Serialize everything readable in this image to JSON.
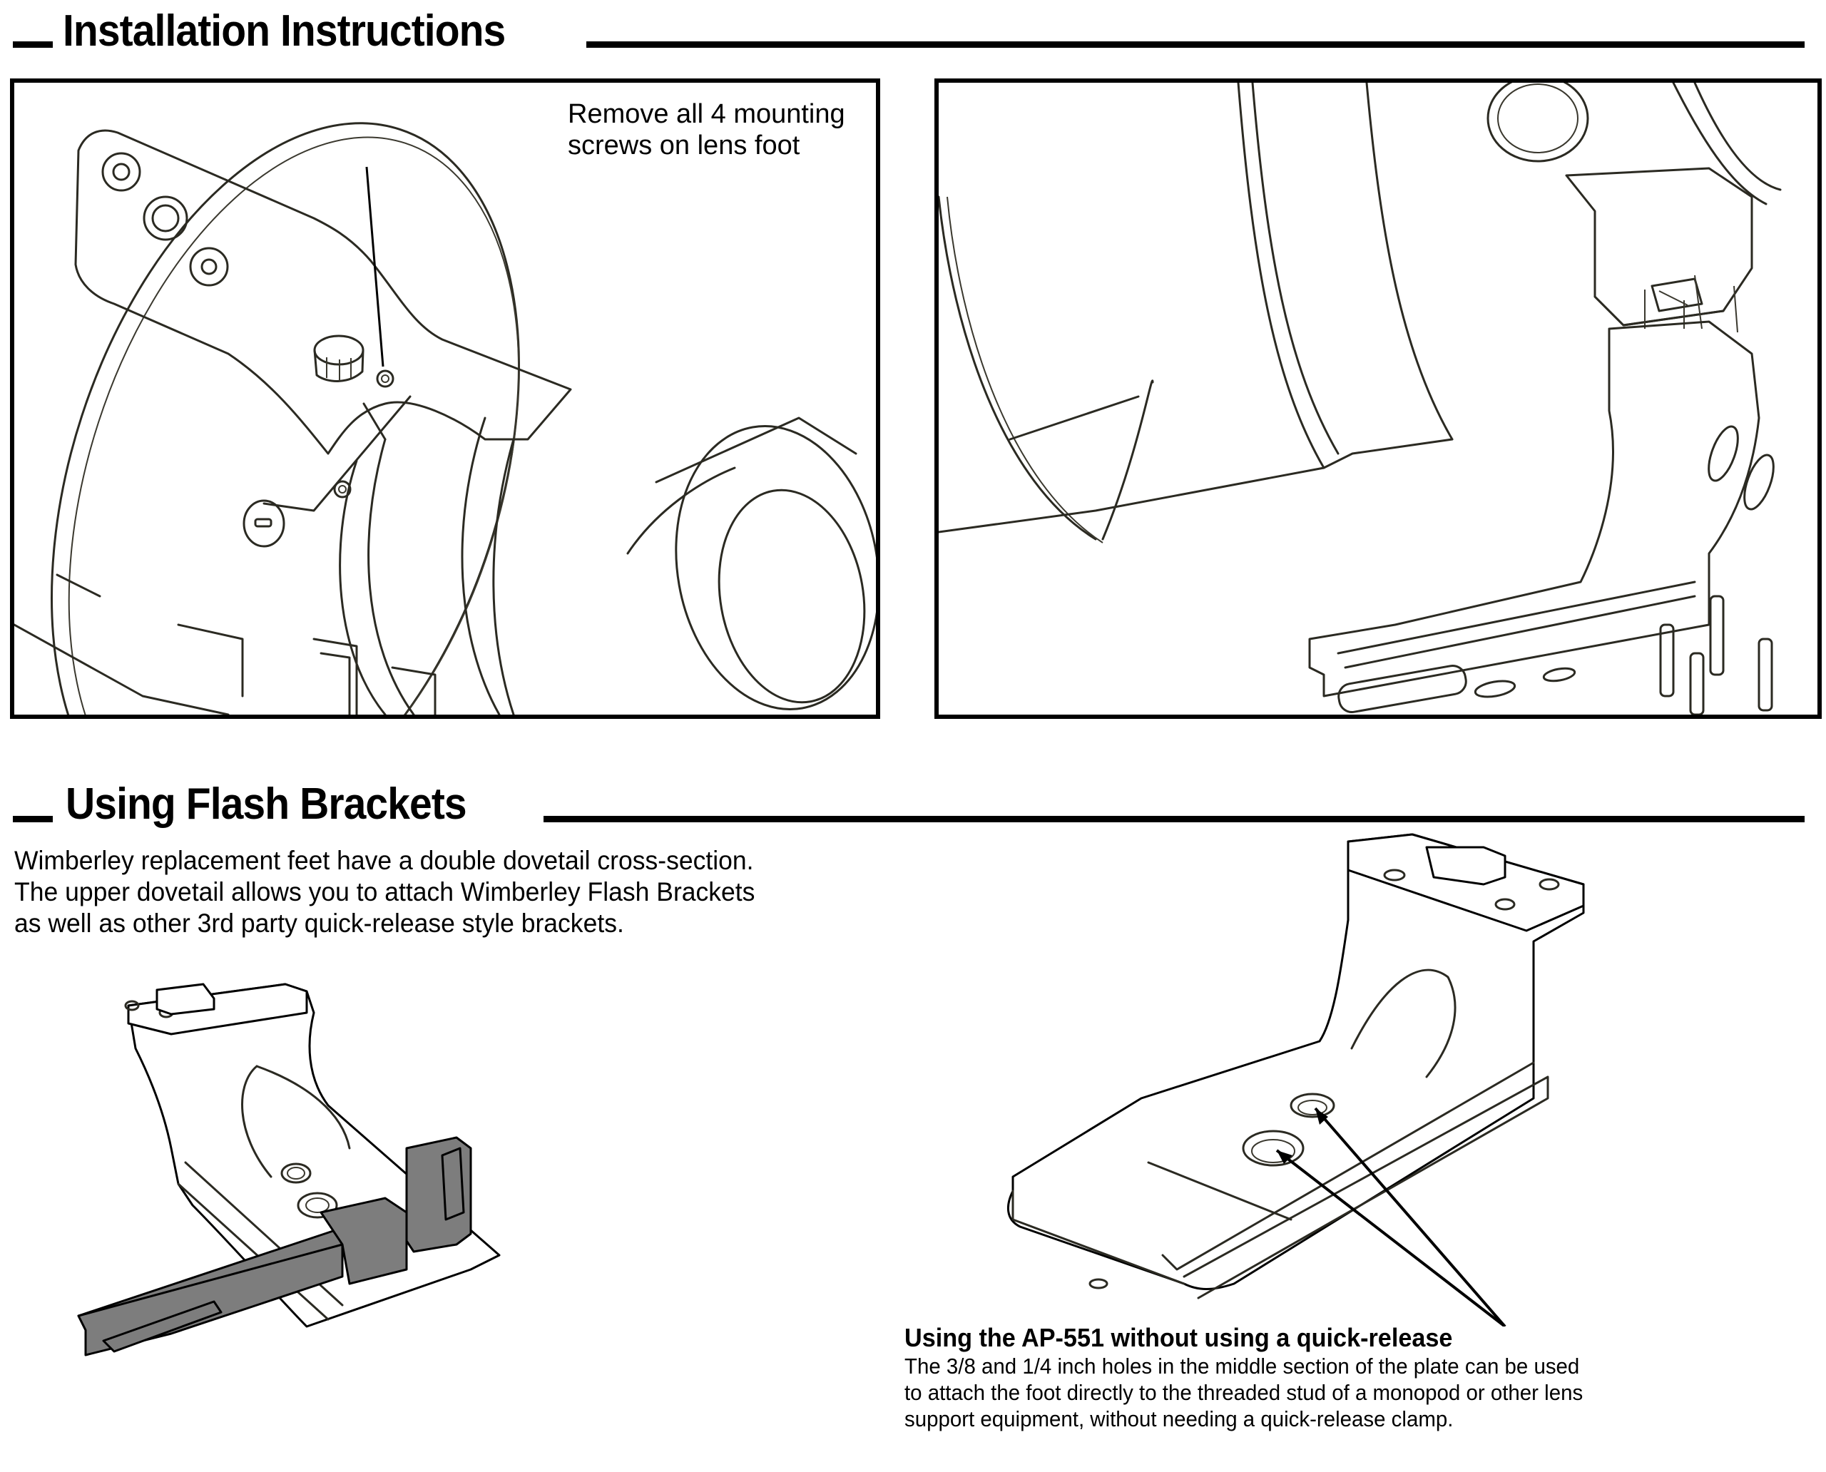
{
  "sections": {
    "installation": {
      "title": "Installation Instructions",
      "panel_1": {
        "callout_lines": [
          "Remove all 4 mounting",
          "screws on lens foot"
        ],
        "illustration": "lens-foot-mounted-on-lens"
      },
      "panel_2": {
        "illustration": "replacement-foot-exploded-with-4-screws"
      }
    },
    "flash_brackets": {
      "title": "Using Flash Brackets",
      "intro_lines": [
        "Wimberley replacement feet have a double dovetail cross-section.",
        "The upper dovetail allows you to attach Wimberley Flash Brackets",
        "as well as other 3rd party quick-release style brackets."
      ],
      "illustration_left": "foot-with-flash-bracket-attached",
      "illustration_right": "ap-551-foot-with-threaded-holes",
      "note": {
        "title": "Using the AP-551 without using a quick-release",
        "body_lines": [
          "The 3/8 and 1/4 inch holes in the middle section of the plate can be used",
          "to attach the foot directly to the threaded stud of a monopod or other lens",
          "support equipment, without needing a quick-release clamp."
        ]
      }
    }
  },
  "colors": {
    "text": "#000000",
    "background": "#ffffff",
    "line_art": "#2b2a22",
    "bracket_fill": "#7d7d7d"
  }
}
